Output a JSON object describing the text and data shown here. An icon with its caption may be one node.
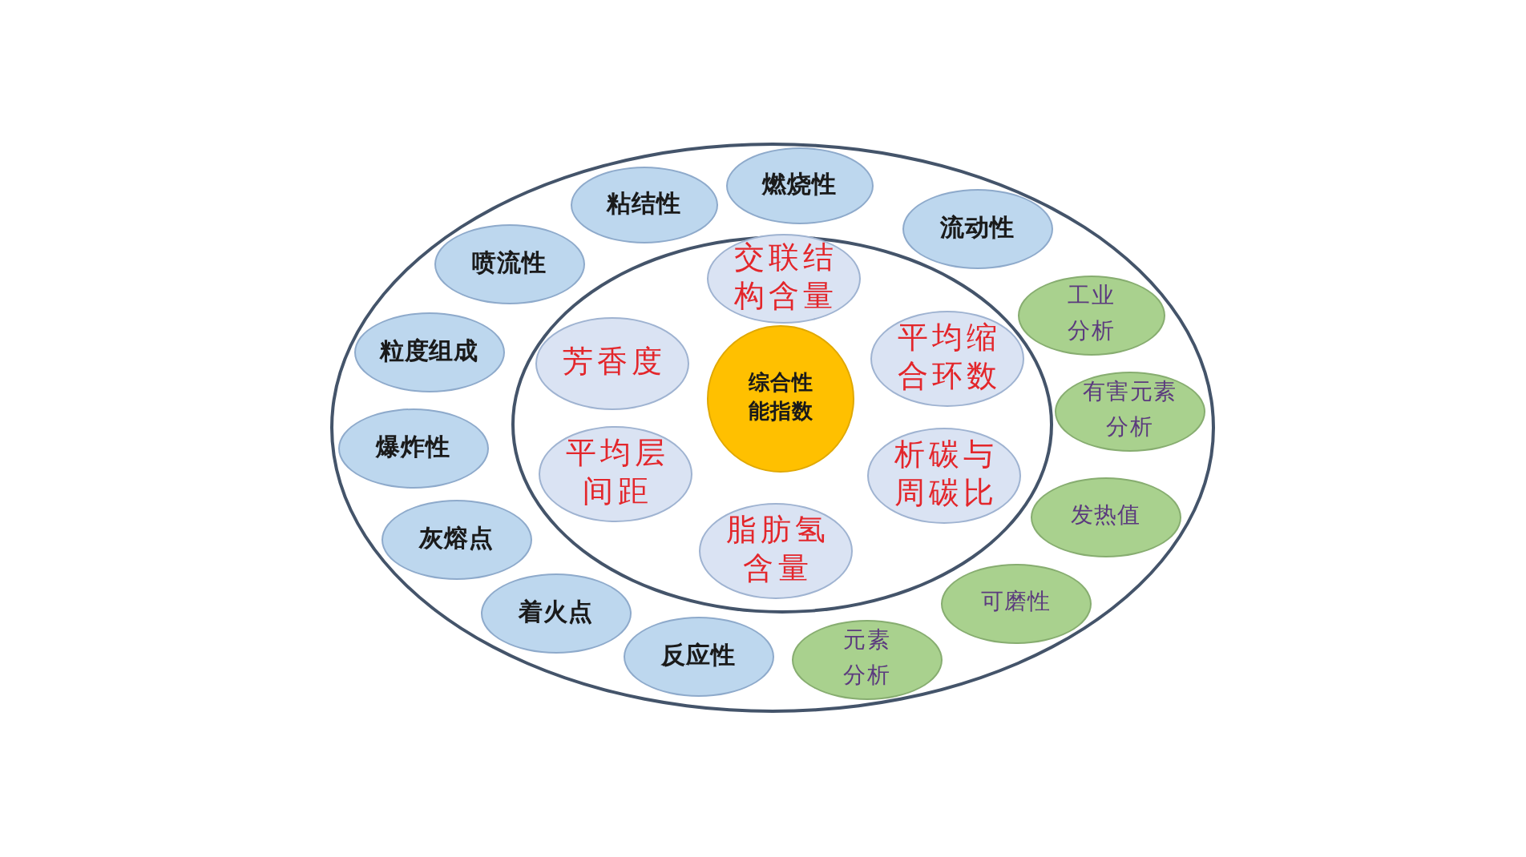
{
  "diagram": {
    "nodes": [
      {
        "text": [],
        "shape": "ellipse"
      },
      {
        "text": [],
        "shape": "ellipse",
        "in": 0
      },
      {
        "text": [
          "综合性能指数"
        ],
        "in": 1
      },
      {
        "text": [
          "交联结构含量"
        ],
        "in": 1
      },
      {
        "text": [
          "平均缩合环数"
        ],
        "in": 1
      },
      {
        "text": [
          "析碳与周碳比"
        ],
        "in": 1
      },
      {
        "text": [
          "脂肪氢含量"
        ],
        "in": 1
      },
      {
        "text": [
          "平均层间距"
        ],
        "in": 1
      },
      {
        "text": [
          "芳香度"
        ],
        "in": 1
      },
      {
        "text": [
          "燃烧性"
        ],
        "in": 0
      },
      {
        "text": [
          "流动性"
        ],
        "in": 0
      },
      {
        "text": [
          "工业分析"
        ],
        "in": 0
      },
      {
        "text": [
          "有害元素分析"
        ],
        "in": 0
      },
      {
        "text": [
          "发热值"
        ],
        "in": 0
      },
      {
        "text": [
          "可磨性"
        ],
        "in": 0
      },
      {
        "text": [
          "元素分析"
        ],
        "in": 0
      },
      {
        "text": [
          "反应性"
        ],
        "in": 0
      },
      {
        "text": [
          "着火点"
        ],
        "in": 0
      },
      {
        "text": [
          "灰熔点"
        ],
        "in": 0
      },
      {
        "text": [
          "爆炸性"
        ],
        "in": 0
      },
      {
        "text": [
          "粒度组成"
        ],
        "in": 0
      },
      {
        "text": [
          "喷流性"
        ],
        "in": 0
      },
      {
        "text": [
          "粘结性"
        ],
        "in": 0
      }
    ]
  }
}
